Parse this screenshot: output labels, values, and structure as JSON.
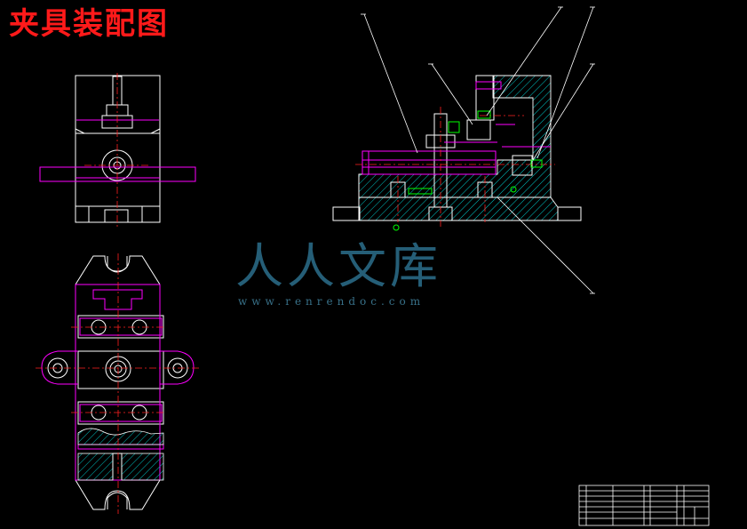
{
  "title": "夹具装配图",
  "watermark": {
    "text": "人人文库",
    "url": "www.renrendoc.com"
  },
  "colors": {
    "background": "#000000",
    "title": "#ff1a1a",
    "line": "#ffffff",
    "magenta": "#ff00ff",
    "centerline": "#ff2020",
    "green": "#00ff00",
    "hatch": "#00c8c8",
    "watermark": "#2c6f8c"
  }
}
